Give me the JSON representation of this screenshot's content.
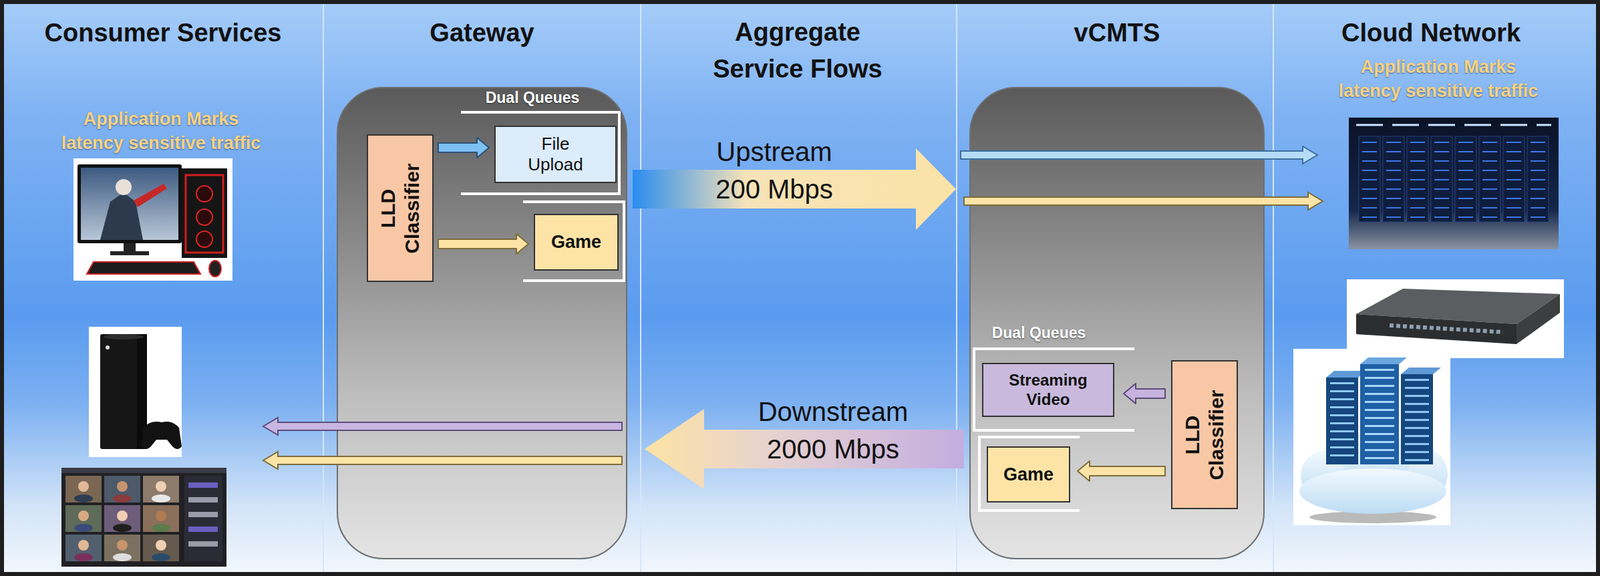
{
  "diagram": {
    "nodes": [
      {
        "text": [
          "Gateway"
        ]
      },
      {
        "text": [
          "LLD Classifier"
        ],
        "in": 0
      },
      {
        "text": [
          "File Upload"
        ],
        "in": 0
      },
      {
        "text": [
          "Game"
        ],
        "in": 0
      },
      {
        "text": [
          "vCMTS"
        ]
      },
      {
        "text": [
          "Streaming Video"
        ],
        "in": 4
      },
      {
        "text": [
          "Game"
        ],
        "in": 4
      },
      {
        "text": [
          "LLD Classifier"
        ],
        "in": 4
      }
    ],
    "edges": [
      {
        "from": 1,
        "to": 2,
        "arrow": "to"
      },
      {
        "from": 1,
        "to": 3,
        "arrow": "to"
      },
      {
        "from": 0,
        "to": 4,
        "label": "Upstream 200 Mbps",
        "arrow": "to"
      },
      {
        "from": 4,
        "to": 0,
        "label": "Downstream 2000 Mbps",
        "arrow": "to"
      },
      {
        "from": 7,
        "to": 5,
        "arrow": "to"
      },
      {
        "from": 7,
        "to": 6,
        "arrow": "to"
      }
    ],
    "labels": [
      "Consumer Services",
      "Aggregate Service Flows",
      "Cloud Network",
      "Application Marks latency sensitive traffic",
      "Application Marks latency sensitive traffic",
      "Dual Queues",
      "Dual Queues"
    ]
  }
}
